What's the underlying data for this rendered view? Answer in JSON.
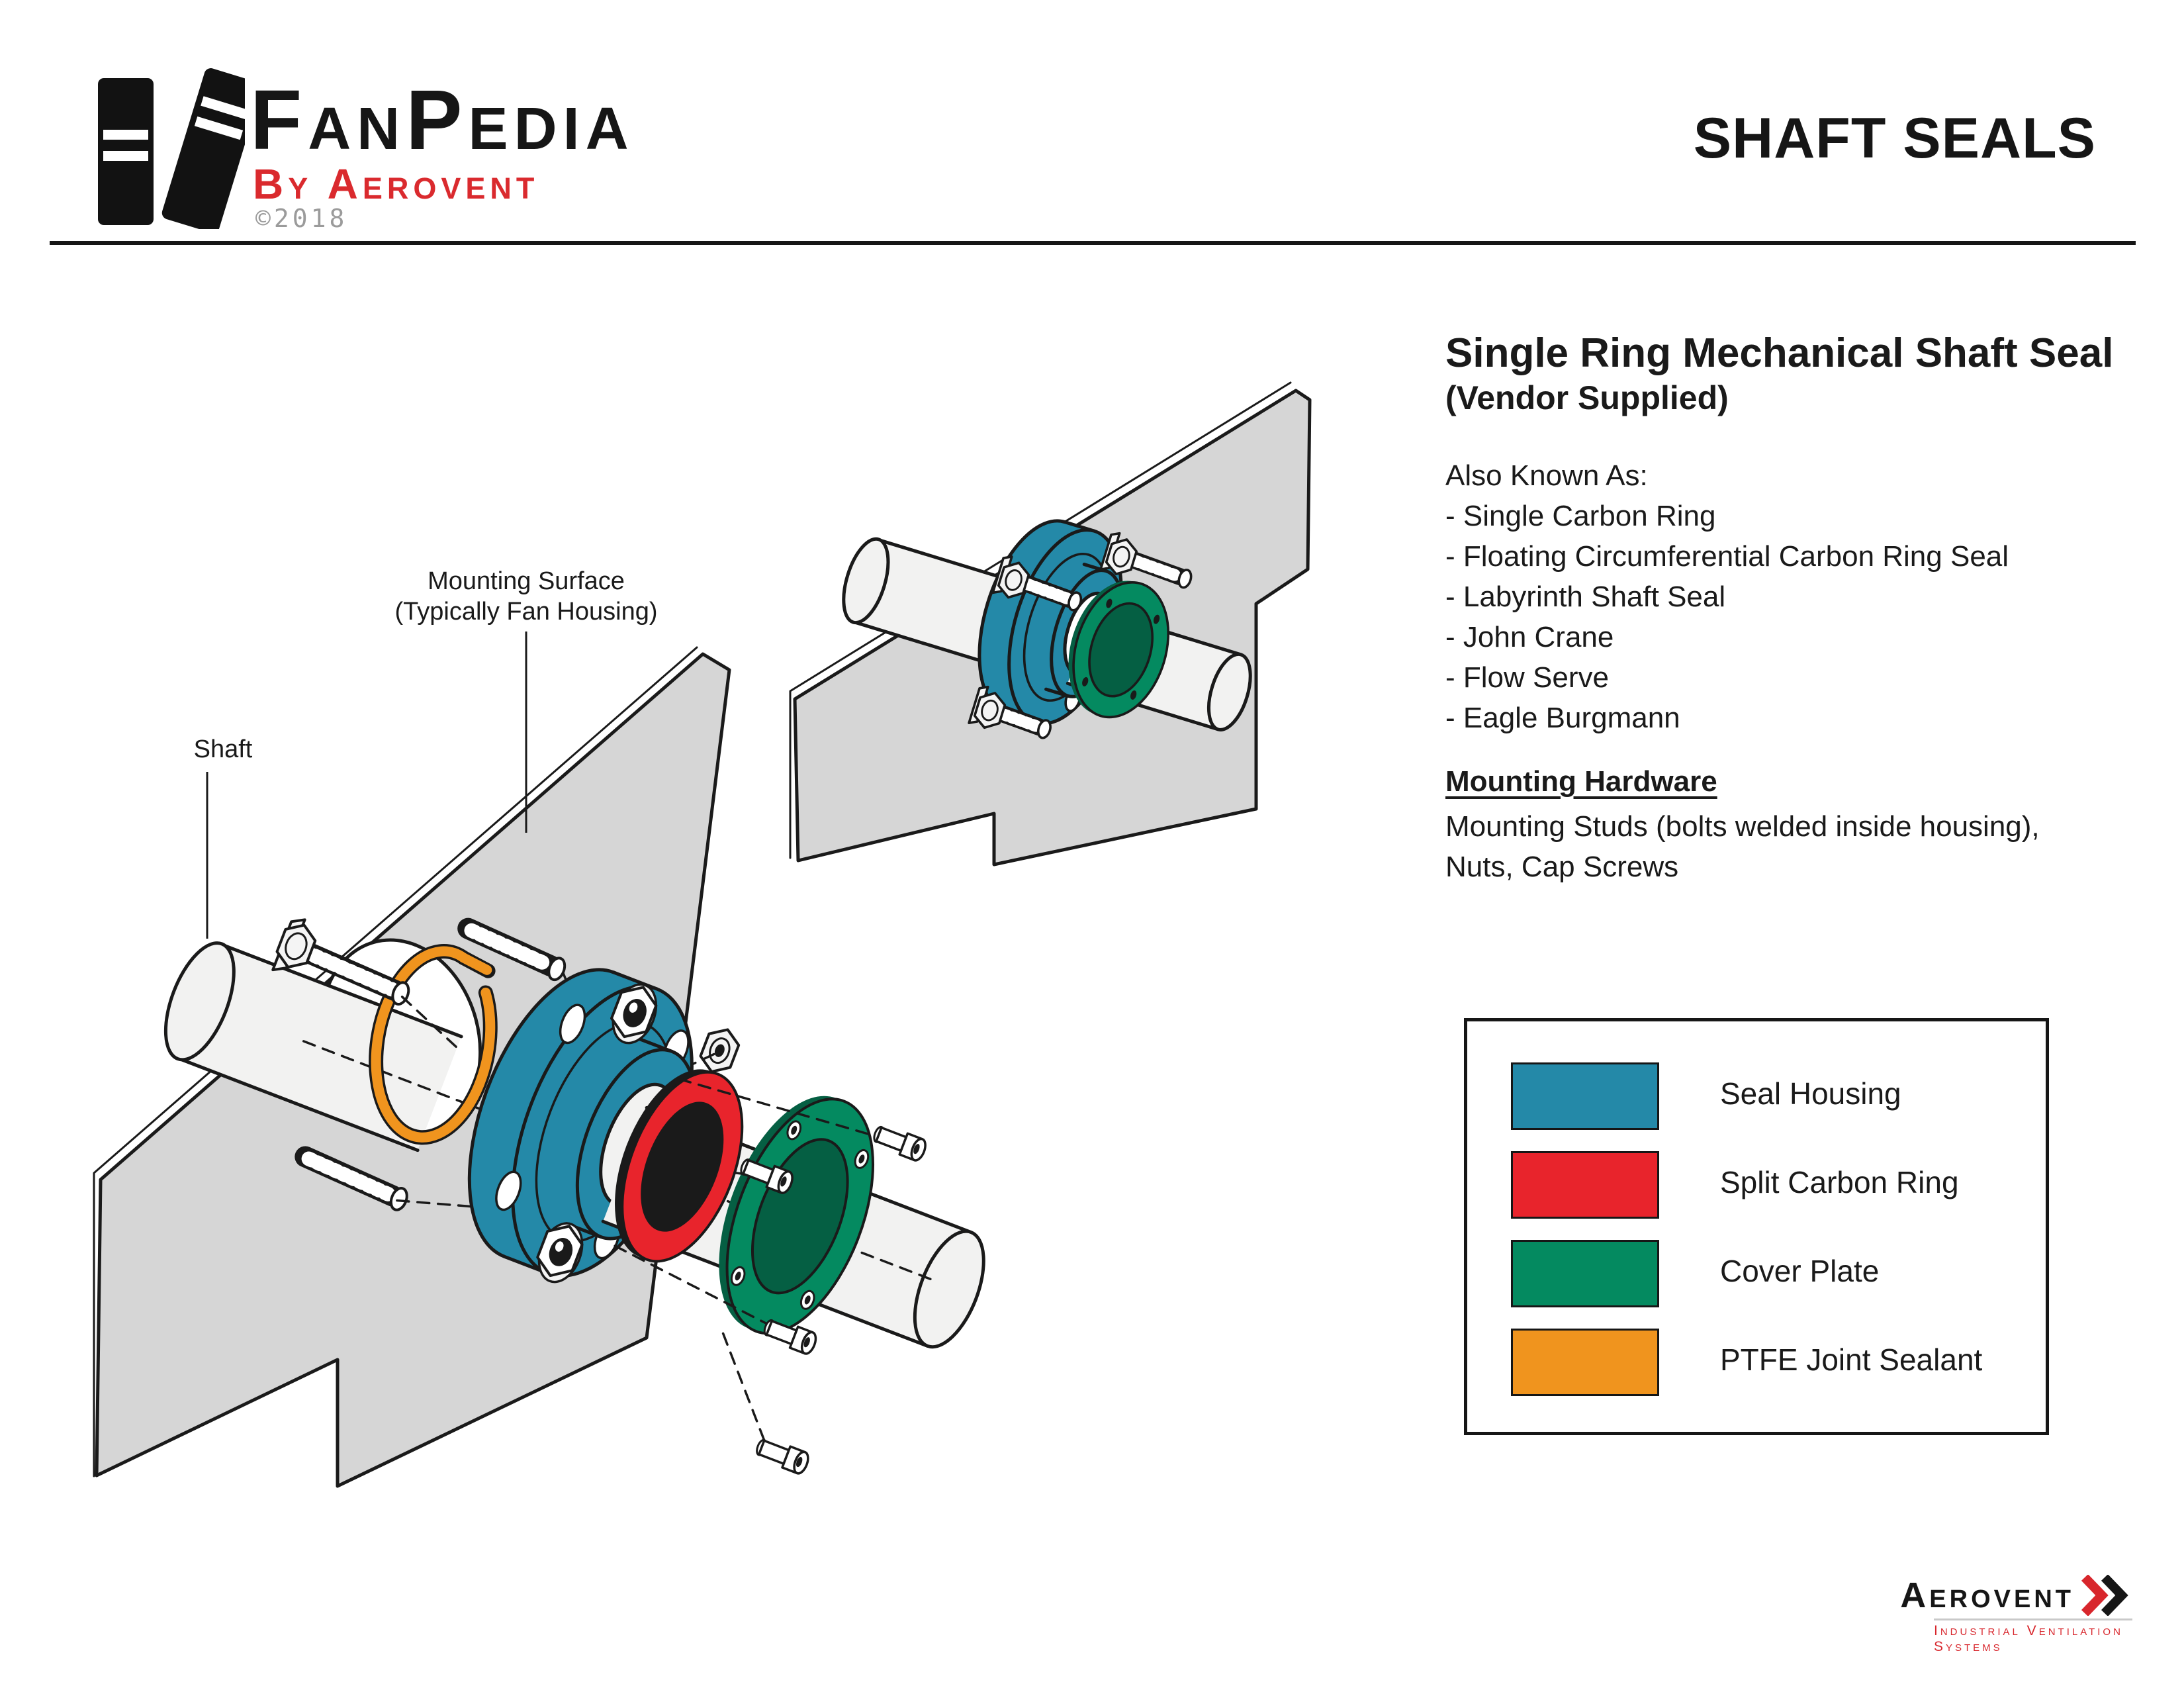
{
  "header": {
    "brand": "FanPedia",
    "brand_sub": "By Aerovent",
    "copyright": "©2018",
    "page_title": "SHAFT SEALS"
  },
  "content": {
    "title": "Single Ring Mechanical Shaft Seal",
    "subtitle": "(Vendor Supplied)",
    "aka_heading": "Also Known As:",
    "aka_items": [
      "- Single Carbon Ring",
      "- Floating Circumferential Carbon Ring Seal",
      "- Labyrinth Shaft Seal",
      "- John Crane",
      "- Flow Serve",
      "- Eagle Burgmann"
    ],
    "hardware_heading": "Mounting Hardware",
    "hardware_line1": "Mounting Studs (bolts welded inside housing),",
    "hardware_line2": "Nuts, Cap Screws"
  },
  "diagram": {
    "labels": {
      "mounting_surface_line1": "Mounting Surface",
      "mounting_surface_line2": "(Typically Fan Housing)",
      "shaft": "Shaft"
    },
    "colors": {
      "plate_gray": "#D6D6D6",
      "shaft_white": "#F2F2F1",
      "outline": "#1a1a1a"
    }
  },
  "legend": {
    "items": [
      {
        "label": "Seal Housing",
        "color": "#2489A8"
      },
      {
        "label": "Split Carbon Ring",
        "color": "#E8242C"
      },
      {
        "label": "Cover Plate",
        "color": "#048A60"
      },
      {
        "label": "PTFE Joint Sealant",
        "color": "#F0941E"
      }
    ]
  },
  "footer": {
    "brand": "Aerovent",
    "tagline": "Industrial Ventilation Systems"
  }
}
